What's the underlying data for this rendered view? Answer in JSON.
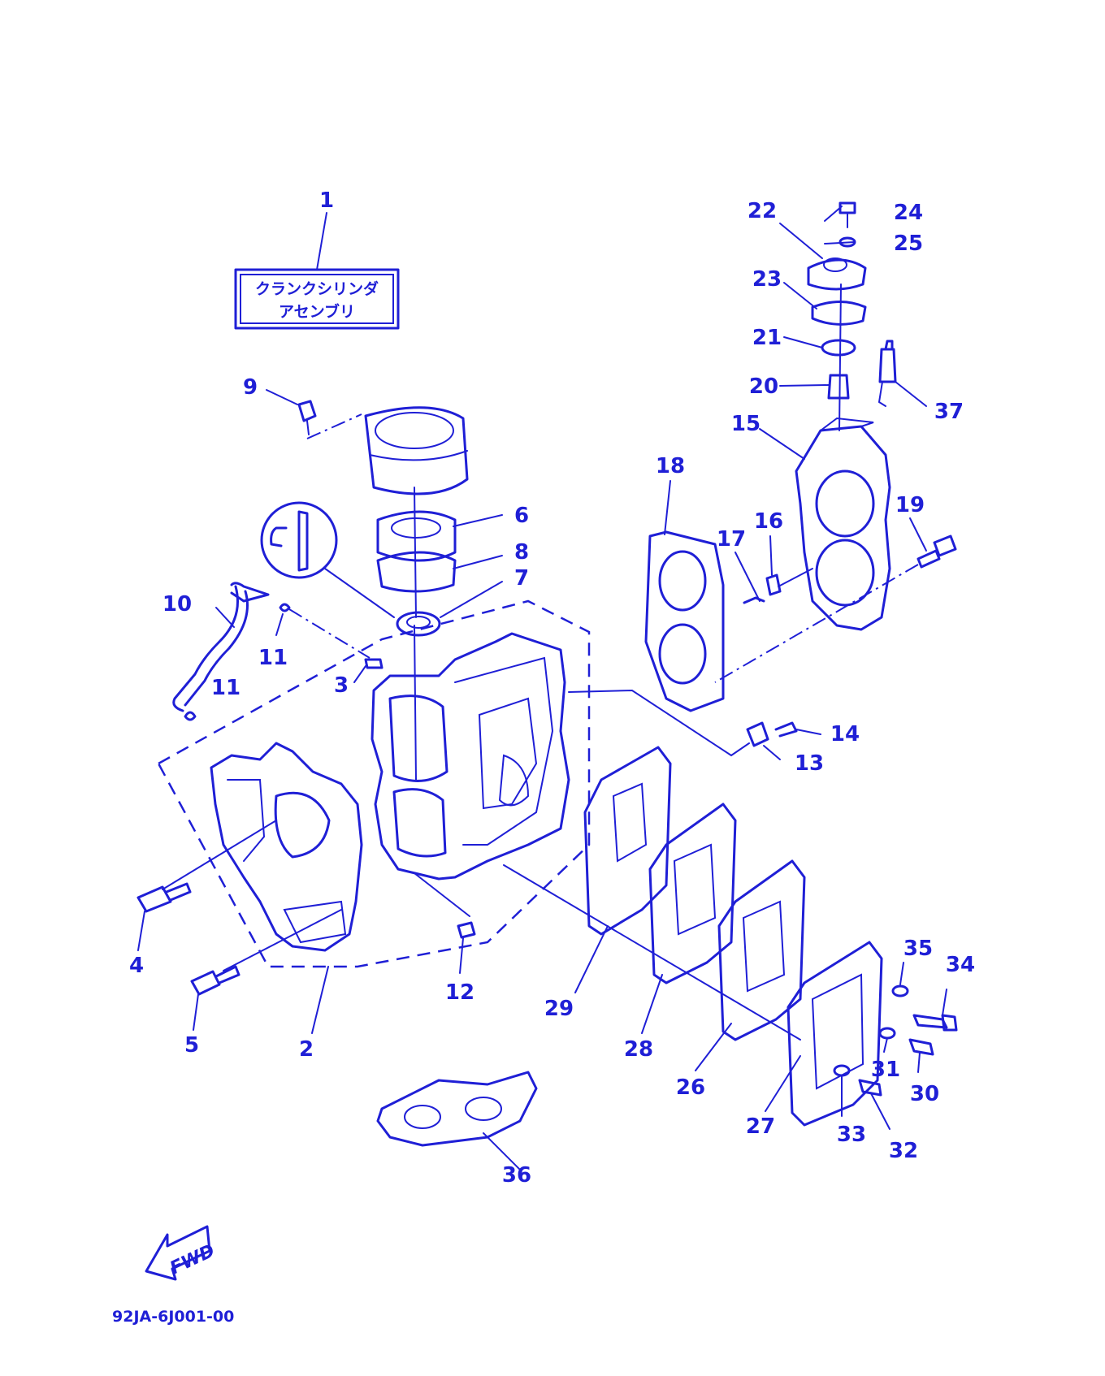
{
  "assembly_box": {
    "line1": "クランクシリンダ",
    "line2": "アセンブリ"
  },
  "fwd_label": "FWD",
  "drawing_code": "92JA-6J001-00",
  "callouts": [
    {
      "id": "c1",
      "text": "1"
    },
    {
      "id": "c2",
      "text": "2"
    },
    {
      "id": "c3",
      "text": "3"
    },
    {
      "id": "c4",
      "text": "4"
    },
    {
      "id": "c5",
      "text": "5"
    },
    {
      "id": "c6",
      "text": "6"
    },
    {
      "id": "c7",
      "text": "7"
    },
    {
      "id": "c8",
      "text": "8"
    },
    {
      "id": "c9",
      "text": "9"
    },
    {
      "id": "c10",
      "text": "10"
    },
    {
      "id": "c11a",
      "text": "11"
    },
    {
      "id": "c11b",
      "text": "11"
    },
    {
      "id": "c12",
      "text": "12"
    },
    {
      "id": "c13",
      "text": "13"
    },
    {
      "id": "c14",
      "text": "14"
    },
    {
      "id": "c15",
      "text": "15"
    },
    {
      "id": "c16",
      "text": "16"
    },
    {
      "id": "c17",
      "text": "17"
    },
    {
      "id": "c18",
      "text": "18"
    },
    {
      "id": "c19",
      "text": "19"
    },
    {
      "id": "c20",
      "text": "20"
    },
    {
      "id": "c21",
      "text": "21"
    },
    {
      "id": "c22",
      "text": "22"
    },
    {
      "id": "c23",
      "text": "23"
    },
    {
      "id": "c24",
      "text": "24"
    },
    {
      "id": "c25",
      "text": "25"
    },
    {
      "id": "c26",
      "text": "26"
    },
    {
      "id": "c27",
      "text": "27"
    },
    {
      "id": "c28",
      "text": "28"
    },
    {
      "id": "c29",
      "text": "29"
    },
    {
      "id": "c30",
      "text": "30"
    },
    {
      "id": "c31",
      "text": "31"
    },
    {
      "id": "c32",
      "text": "32"
    },
    {
      "id": "c33",
      "text": "33"
    },
    {
      "id": "c34",
      "text": "34"
    },
    {
      "id": "c35",
      "text": "35"
    },
    {
      "id": "c36",
      "text": "36"
    },
    {
      "id": "c37",
      "text": "37"
    }
  ],
  "colors": {
    "ink": "#1f1fd6",
    "background": "#ffffff"
  }
}
